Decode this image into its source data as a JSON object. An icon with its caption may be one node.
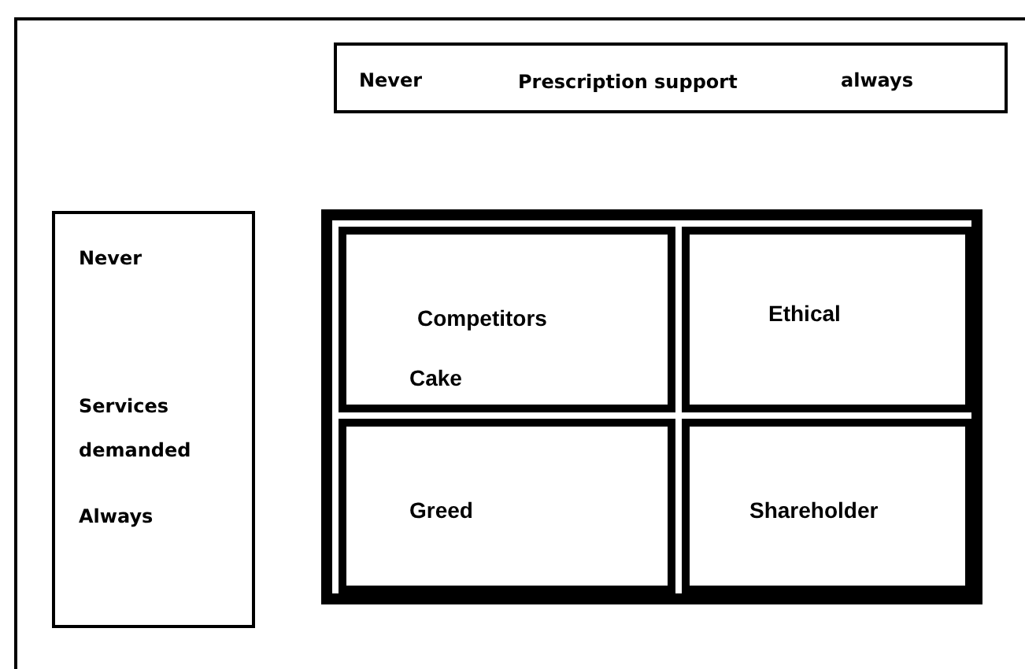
{
  "diagram": {
    "nodes": [
      {
        "text": [
          "Never",
          "Prescription support",
          "always"
        ]
      },
      {
        "text": [
          "Never",
          "Services demanded",
          "Always"
        ]
      },
      {
        "text": [],
        "shape": "box"
      },
      {
        "text": [
          "Competitors",
          "Cake"
        ],
        "in": 2
      },
      {
        "text": [
          "Ethical"
        ],
        "in": 2
      },
      {
        "text": [
          "Greed"
        ],
        "in": 2
      },
      {
        "text": [
          "Shareholder"
        ],
        "in": 2
      }
    ]
  }
}
